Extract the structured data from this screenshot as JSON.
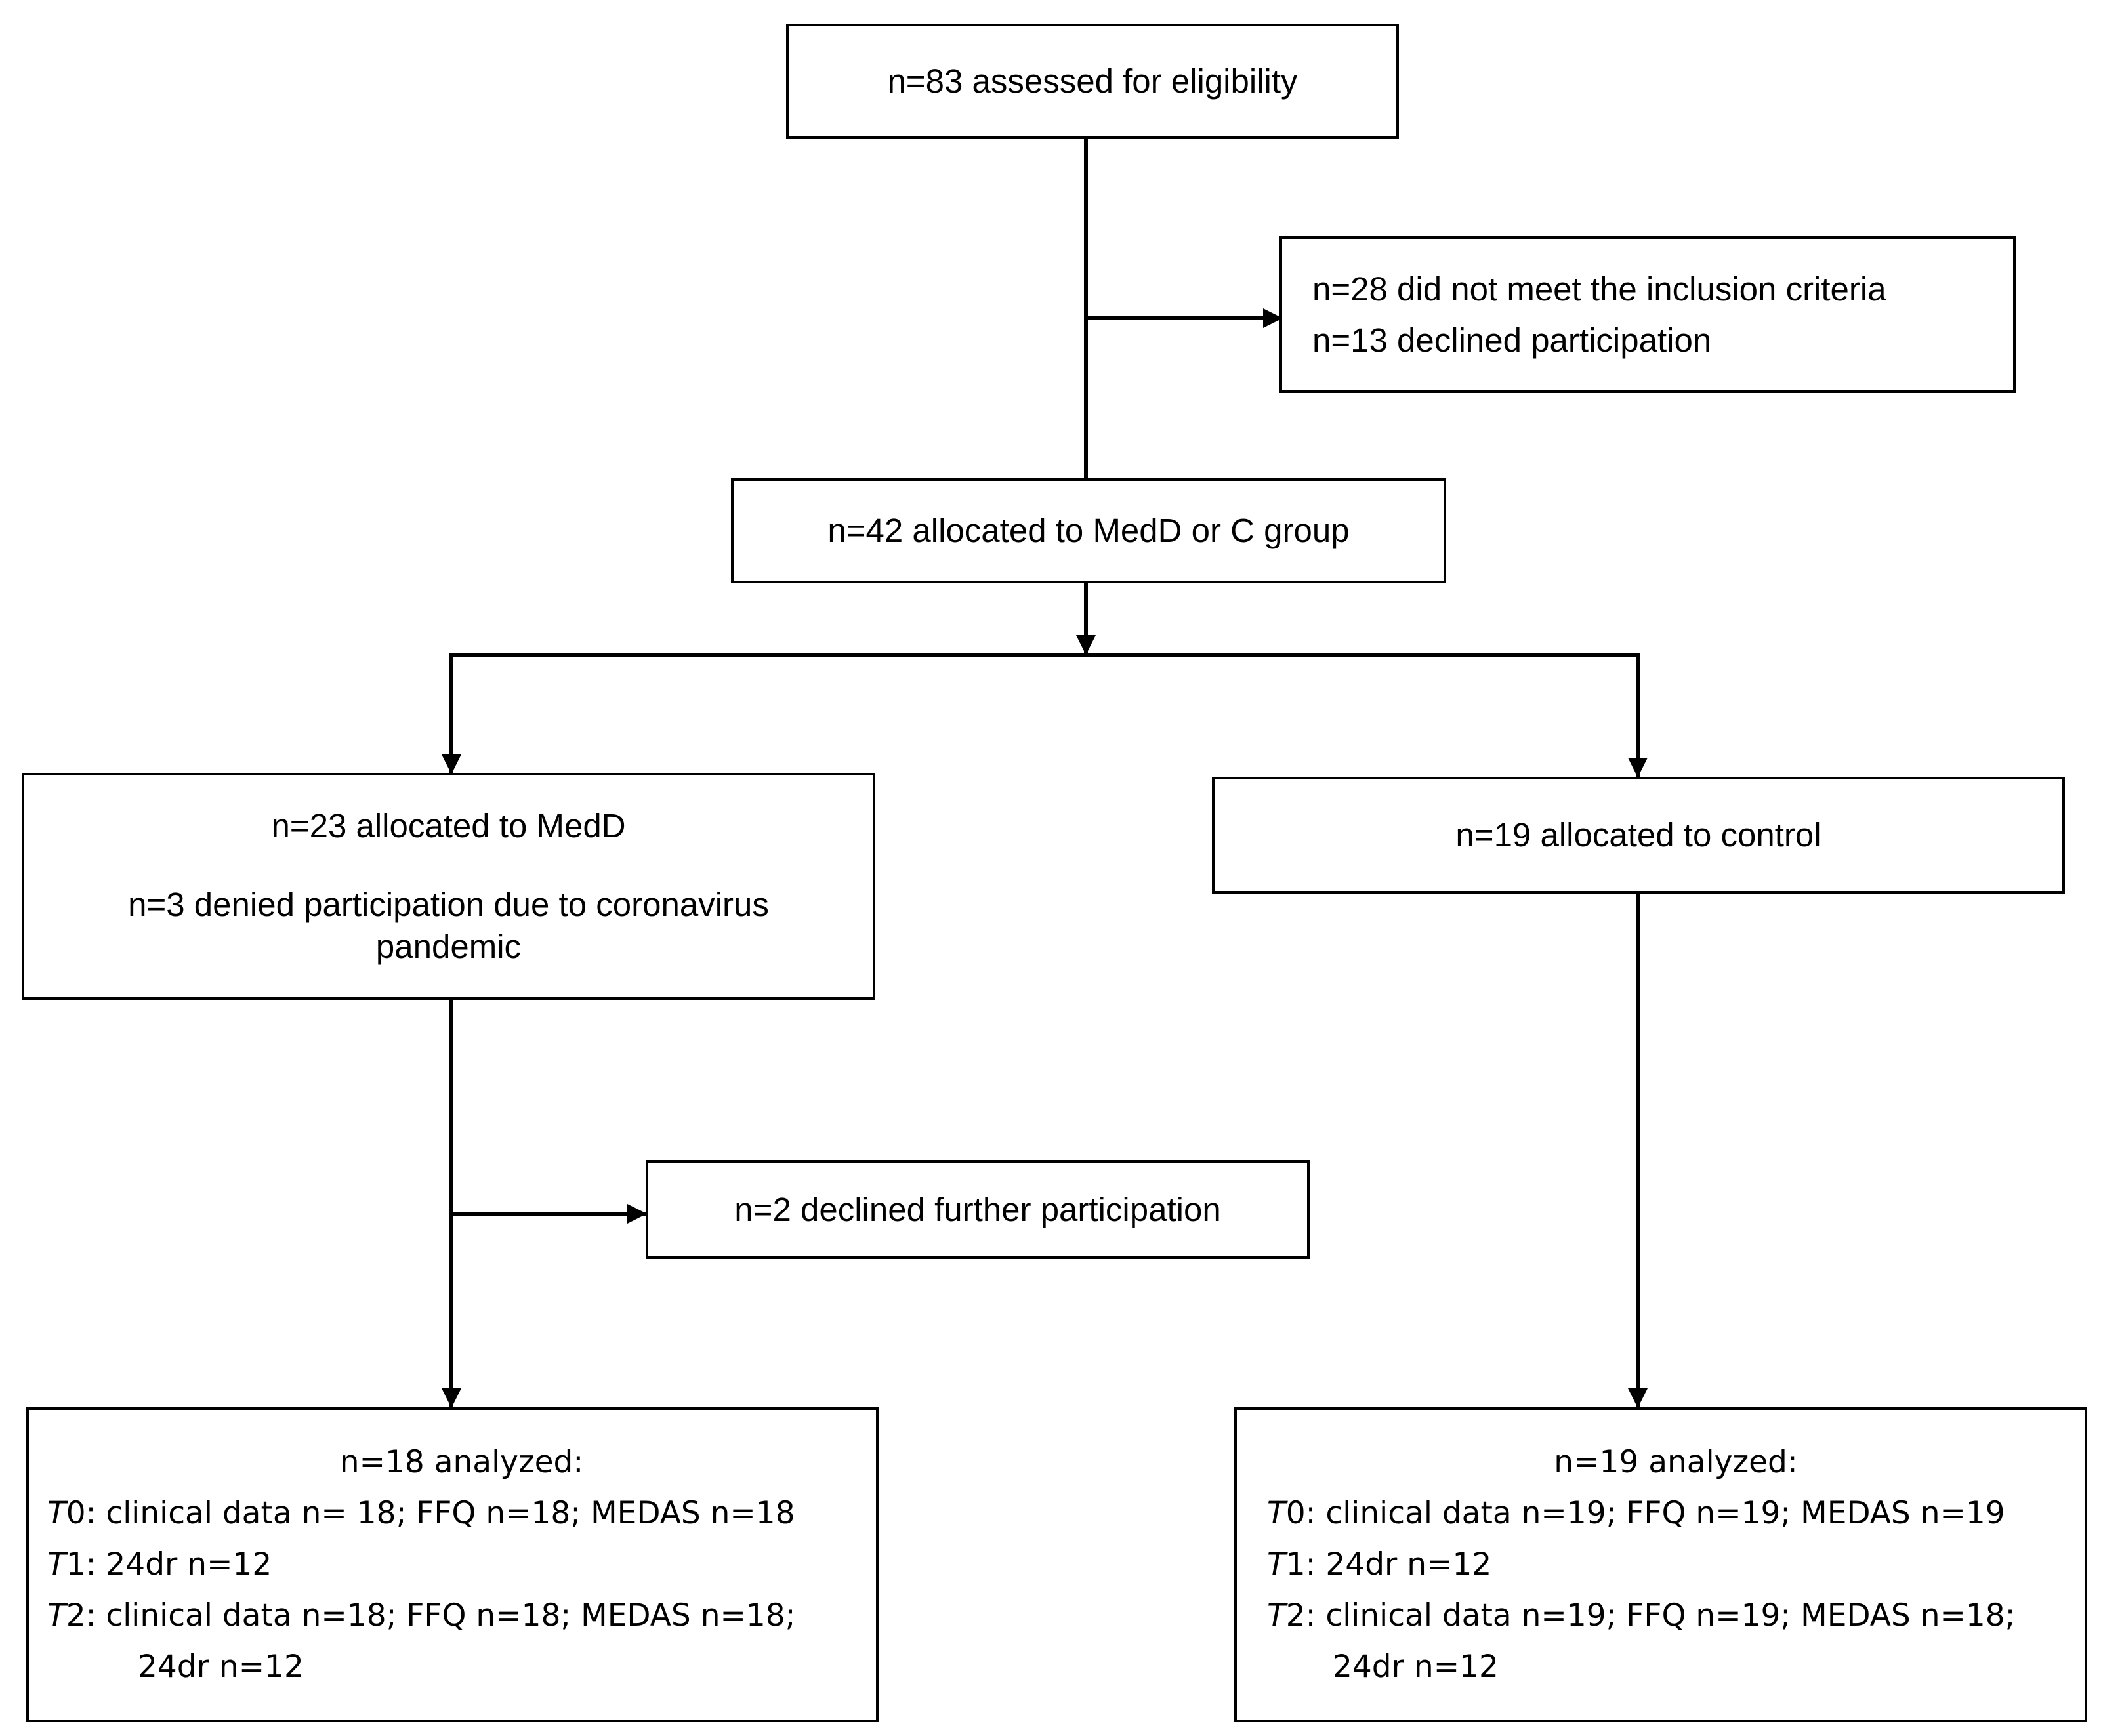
{
  "screening": {
    "text": "n=83 assessed for eligibility"
  },
  "excluded": {
    "line1": "n=28 did not meet the inclusion criteria",
    "line2": "n=13 declined participation"
  },
  "allocation": {
    "text": "n=42 allocated to MedD or C group"
  },
  "medd_group": {
    "line1": "n=23 allocated to MedD",
    "line2": "n=3 denied participation due to coronavirus",
    "line3": "pandemic"
  },
  "control_group": {
    "text": "n=19 allocated to control"
  },
  "medd_dropout": {
    "text": "n=2 declined further participation"
  },
  "medd_analyzed": {
    "title": "n=18 analyzed:",
    "t0": {
      "prefix": "T",
      "num": "0",
      "text": ": clinical data n= 18; FFQ n=18; MEDAS n=18"
    },
    "t1": {
      "prefix": "T",
      "num": "1",
      "text": ": 24dr n=12"
    },
    "t2": {
      "prefix": "T",
      "num": "2",
      "text": ": clinical data n=18; FFQ n=18; MEDAS n=18;",
      "cont": "24dr n=12"
    }
  },
  "control_analyzed": {
    "title": "n=19 analyzed:",
    "t0": {
      "prefix": "T",
      "num": "0",
      "text": ": clinical data n=19; FFQ n=19; MEDAS n=19"
    },
    "t1": {
      "prefix": "T",
      "num": "1",
      "text": ": 24dr n=12"
    },
    "t2": {
      "prefix": "T",
      "num": "2",
      "text": ": clinical data n=19; FFQ n=19; MEDAS n=18;",
      "cont": "24dr n=12"
    }
  }
}
